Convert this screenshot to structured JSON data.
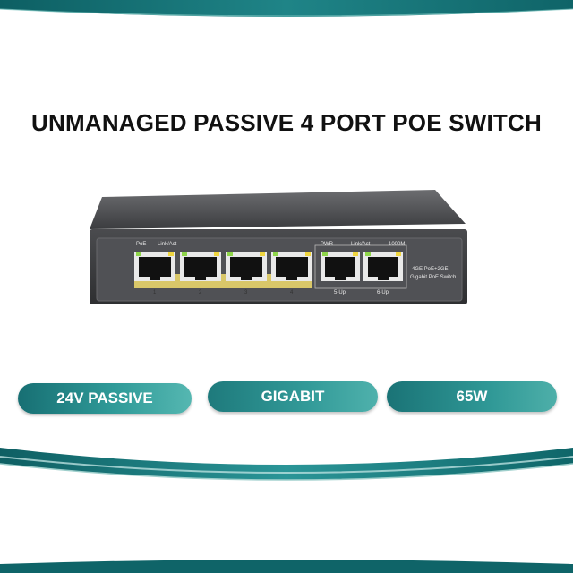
{
  "title": "UNMANAGED PASSIVE 4 PORT POE SWITCH",
  "device": {
    "labels": {
      "poe": "PoE",
      "link_act_left": "Link/Act",
      "pwr": "PWR",
      "link_act_right": "Link/Act",
      "speed": "1000M",
      "model_line1": "4GE PoE+2GE",
      "model_line2": "Gigabit PoE Switch"
    },
    "ports": [
      "1",
      "2",
      "3",
      "4",
      "5-Up",
      "6-Up"
    ]
  },
  "features": [
    "24V PASSIVE",
    "GIGABIT",
    "65W"
  ],
  "colors": {
    "teal_dark": "#176f73",
    "teal_light": "#55b7b1",
    "poe_band": "#d9c769",
    "led_green": "#8fd64a",
    "led_amber": "#f0d640"
  }
}
